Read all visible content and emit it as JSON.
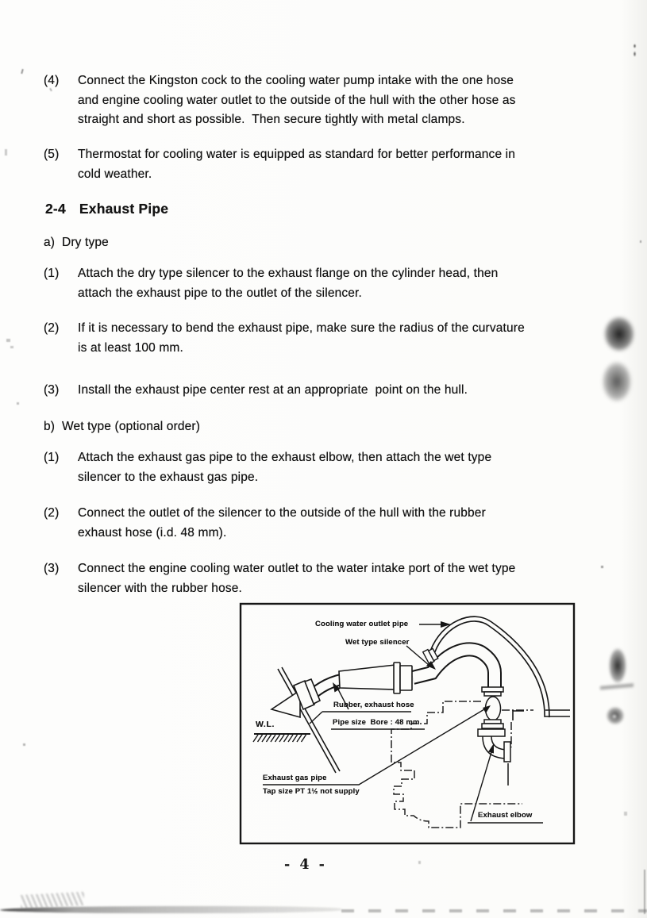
{
  "page": {
    "number": "- 4 -"
  },
  "intro": {
    "items": [
      {
        "num": "(4)",
        "lines": [
          "Connect the Kingston cock to the cooling water pump intake with the one hose",
          "and engine cooling water outlet to the outside of the hull with the other hose as",
          "straight and short as possible.  Then secure tightly with metal clamps."
        ]
      },
      {
        "num": "(5)",
        "lines": [
          "Thermostat for cooling water is equipped as standard for better performance in",
          "cold weather."
        ]
      }
    ]
  },
  "section": {
    "number": "2-4",
    "title": "Exhaust Pipe"
  },
  "dry": {
    "heading": "a)  Dry type",
    "items": [
      {
        "num": "(1)",
        "lines": [
          "Attach the dry type silencer to the exhaust flange on the cylinder head, then",
          "attach the exhaust pipe to the outlet of the silencer."
        ]
      },
      {
        "num": "(2)",
        "lines": [
          "If it is necessary to bend the exhaust pipe, make sure the radius of the curvature",
          "is at least 100 mm."
        ]
      },
      {
        "num": "(3)",
        "lines": [
          "Install the exhaust pipe center rest at an appropriate  point on the hull."
        ]
      }
    ]
  },
  "wet": {
    "heading": "b)  Wet type (optional order)",
    "items": [
      {
        "num": "(1)",
        "lines": [
          "Attach the exhaust gas pipe to the exhaust elbow, then attach the wet type",
          "silencer to the exhaust gas pipe."
        ]
      },
      {
        "num": "(2)",
        "lines": [
          "Connect the outlet of the silencer to the outside of the hull with the rubber",
          "exhaust hose (i.d. 48 mm)."
        ]
      },
      {
        "num": "(3)",
        "lines": [
          "Connect the engine cooling water outlet to the water intake port of the wet type",
          "silencer with the rubber hose."
        ]
      }
    ]
  },
  "diagram": {
    "labels": {
      "cooling": "Cooling water outlet pipe",
      "silencer": "Wet type silencer",
      "rubber_hose": "Rubber, exhaust hose",
      "pipe_size": "Pipe size  Bore : 48 mm",
      "waterline": "W.L.",
      "gas_pipe": "Exhaust gas pipe",
      "tap_size": "Tap size PT 1½ not supply",
      "elbow": "Exhaust elbow"
    }
  }
}
